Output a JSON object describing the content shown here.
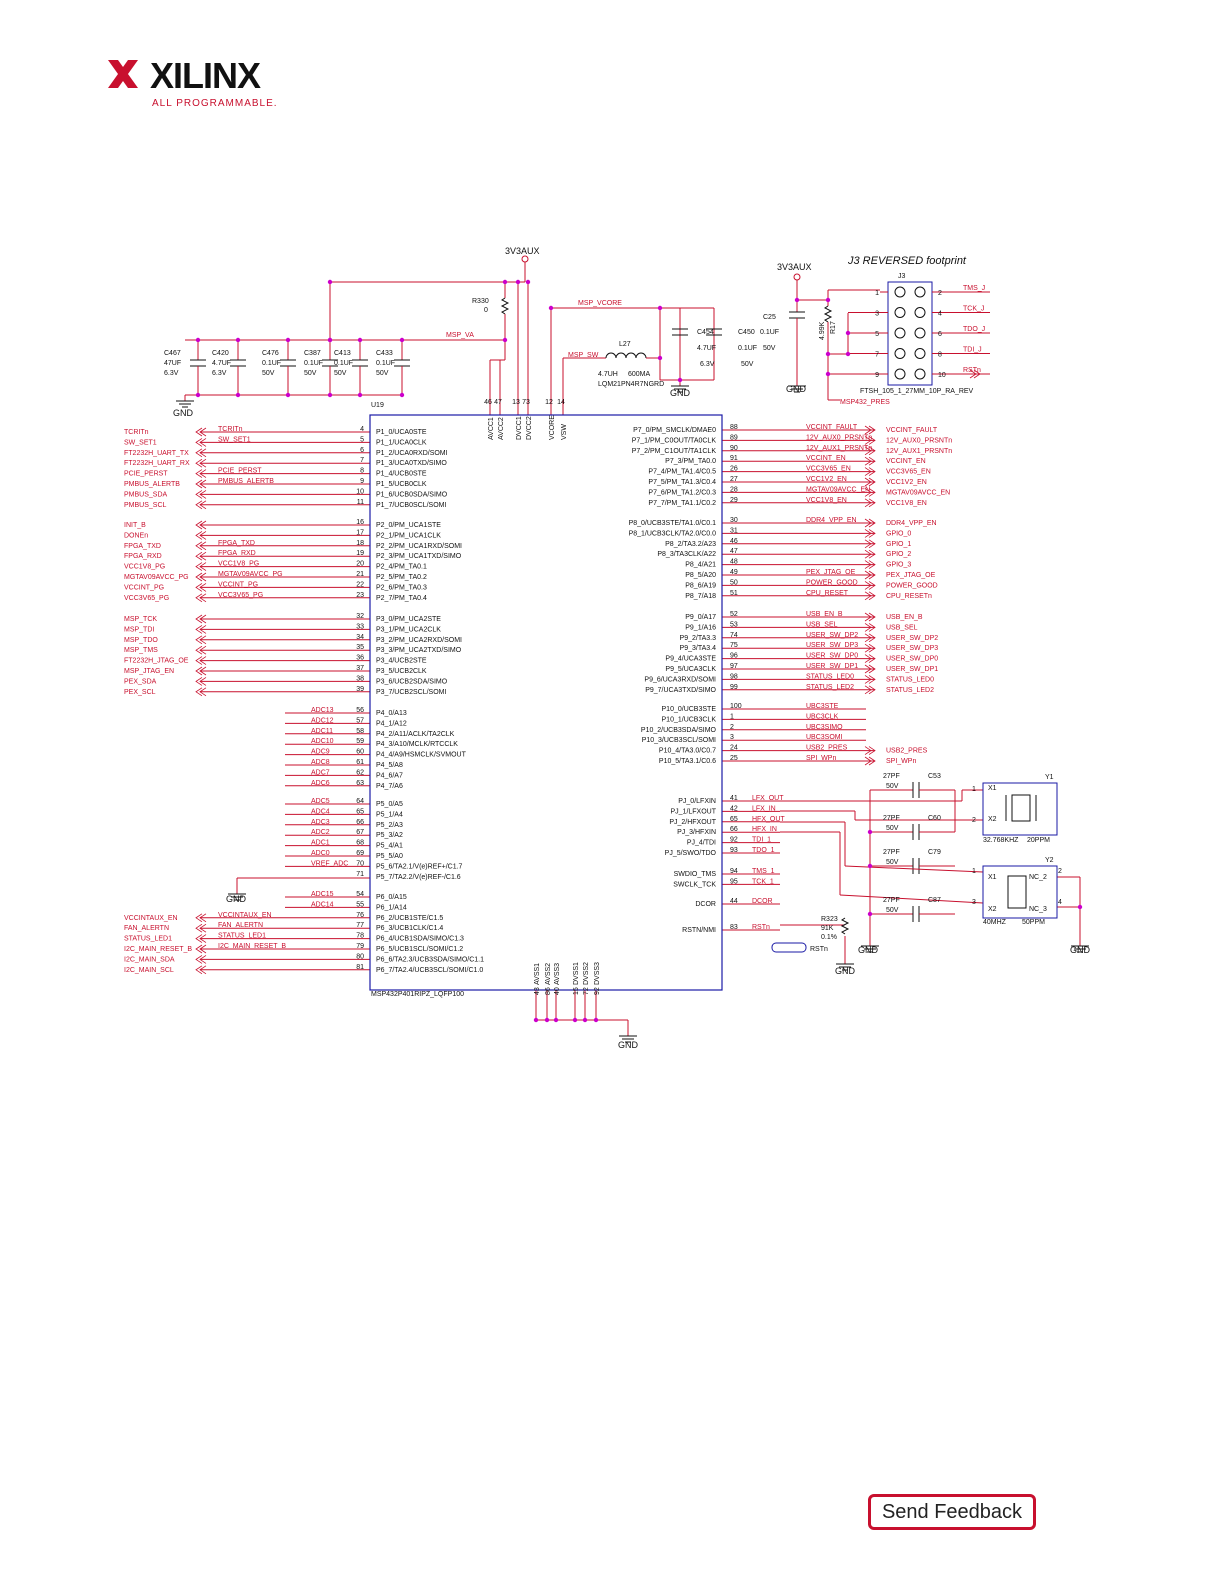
{
  "brand": {
    "name": "XILINX",
    "tagline": "ALL PROGRAMMABLE.",
    "logo_color": "#c8102e"
  },
  "feedback_button": {
    "label": "Send Feedback"
  },
  "colors": {
    "wire": "#c8102e",
    "net": "#c8102e",
    "junction": "#cc00cc",
    "body": "#1a1aa6",
    "text": "#111111"
  },
  "schematic": {
    "rail_label": "3V3AUX",
    "rail_label_2": "3V3AUX",
    "gnd": "GND",
    "footprint_title": "J3 REVERSED footprint",
    "ic_ref": "U19",
    "ic_part": "MSP432P401RIPZ_LQFP100",
    "resistor": {
      "ref": "R330",
      "value": "0"
    },
    "inductor": {
      "ref": "L27",
      "value": "4.7UH",
      "rating": "600MA",
      "part": "LQM21PN4R7NGRD"
    },
    "nets_top": {
      "vcore": "MSP_VCORE",
      "va": "MSP_VA",
      "sw": "MSP_SW"
    },
    "caps_left": [
      {
        "ref": "C467",
        "v1": "47UF",
        "v2": "6.3V"
      },
      {
        "ref": "C420",
        "v1": "4.7UF",
        "v2": "6.3V"
      },
      {
        "ref": "C476",
        "v1": "0.1UF",
        "v2": "50V"
      },
      {
        "ref": "C387",
        "v1": "0.1UF",
        "v2": "50V"
      },
      {
        "ref": "C413",
        "v1": "0.1UF",
        "v2": "50V"
      },
      {
        "ref": "C433",
        "v1": "0.1UF",
        "v2": "50V"
      }
    ],
    "caps_right": [
      {
        "ref": "C454",
        "v1": "4.7UF",
        "v2": "6.3V"
      },
      {
        "ref": "C450",
        "v1": "0.1UF",
        "v2": "50V"
      },
      {
        "ref": "C25",
        "v1": "0.1UF",
        "v2": "50V"
      }
    ],
    "top_pins": [
      {
        "num": "46",
        "name": "AVCC1"
      },
      {
        "num": "47",
        "name": "AVCC2"
      },
      {
        "num": "13",
        "name": "DVCC1"
      },
      {
        "num": "73",
        "name": "DVCC2"
      },
      {
        "num": "12",
        "name": "VCORE"
      },
      {
        "num": "14",
        "name": "VSW"
      }
    ],
    "bottom_pins": [
      {
        "num": "43",
        "name": "AVSS1"
      },
      {
        "num": "86",
        "name": "AVSS2"
      },
      {
        "num": "40",
        "name": "AVSS3"
      },
      {
        "num": "15",
        "name": "DVSS1"
      },
      {
        "num": "72",
        "name": "DVSS2"
      },
      {
        "num": "92",
        "name": "DVSS3"
      }
    ],
    "j3": {
      "ref": "J3",
      "part": "FTSH_105_1_27MM_10P_RA_REV",
      "pull_res": "4.99K",
      "pull_ref": "R17",
      "pins": [
        {
          "a": "1",
          "b": "2",
          "net": "TMS_J"
        },
        {
          "a": "3",
          "b": "4",
          "net": "TCK_J"
        },
        {
          "a": "5",
          "b": "6",
          "net": "TDO_J"
        },
        {
          "a": "7",
          "b": "8",
          "net": "TDI_J"
        },
        {
          "a": "9",
          "b": "10",
          "net": "RSTn"
        }
      ],
      "pres": "MSP432_PRES"
    },
    "left_groups": [
      {
        "offnets": [
          "TCRITn",
          "SW_SET1",
          "FT2232H_UART_TX",
          "FT2232H_UART_RX",
          "PCIE_PERST",
          "PMBUS_ALERTB",
          "PMBUS_SDA",
          "PMBUS_SCL"
        ],
        "nets": [
          "TCRITn",
          "SW_SET1",
          "",
          "",
          "PCIE_PERST",
          "PMBUS_ALERTB",
          "",
          ""
        ],
        "pins": [
          "4",
          "5",
          "6",
          "7",
          "8",
          "9",
          "10",
          "11"
        ],
        "names": [
          "P1_0/UCA0STE",
          "P1_1/UCA0CLK",
          "P1_2/UCA0RXD/SOMI",
          "P1_3/UCA0TXD/SIMO",
          "P1_4/UCB0STE",
          "P1_5/UCB0CLK",
          "P1_6/UCB0SDA/SIMO",
          "P1_7/UCB0SCL/SOMI"
        ]
      },
      {
        "offnets": [
          "INIT_B",
          "DONEn",
          "FPGA_TXD",
          "FPGA_RXD",
          "VCC1V8_PG",
          "MGTAV09AVCC_PG",
          "VCCINT_PG",
          "VCC3V65_PG"
        ],
        "nets": [
          "",
          "",
          "FPGA_TXD",
          "FPGA_RXD",
          "VCC1V8_PG",
          "MGTAV09AVCC_PG",
          "VCCINT_PG",
          "VCC3V65_PG"
        ],
        "pins": [
          "16",
          "17",
          "18",
          "19",
          "20",
          "21",
          "22",
          "23"
        ],
        "names": [
          "P2_0/PM_UCA1STE",
          "P2_1/PM_UCA1CLK",
          "P2_2/PM_UCA1RXD/SOMI",
          "P2_3/PM_UCA1TXD/SIMO",
          "P2_4/PM_TA0.1",
          "P2_5/PM_TA0.2",
          "P2_6/PM_TA0.3",
          "P2_7/PM_TA0.4"
        ]
      },
      {
        "offnets": [
          "MSP_TCK",
          "MSP_TDI",
          "MSP_TDO",
          "MSP_TMS",
          "FT2232H_JTAG_OE",
          "MSP_JTAG_EN",
          "PEX_SDA",
          "PEX_SCL"
        ],
        "nets": [
          "",
          "",
          "",
          "",
          "",
          "",
          "",
          ""
        ],
        "pins": [
          "32",
          "33",
          "34",
          "35",
          "36",
          "37",
          "38",
          "39"
        ],
        "names": [
          "P3_0/PM_UCA2STE",
          "P3_1/PM_UCA2CLK",
          "P3_2/PM_UCA2RXD/SOMI",
          "P3_3/PM_UCA2TXD/SIMO",
          "P3_4/UCB2STE",
          "P3_5/UCB2CLK",
          "P3_6/UCB2SDA/SIMO",
          "P3_7/UCB2SCL/SOMI"
        ]
      },
      {
        "offnets": [
          "",
          "",
          "",
          "",
          "",
          "",
          "",
          ""
        ],
        "nets": [
          "ADC13",
          "ADC12",
          "ADC11",
          "ADC10",
          "ADC9",
          "ADC8",
          "ADC7",
          "ADC6"
        ],
        "pins": [
          "56",
          "57",
          "58",
          "59",
          "60",
          "61",
          "62",
          "63"
        ],
        "names": [
          "P4_0/A13",
          "P4_1/A12",
          "P4_2/A11/ACLK/TA2CLK",
          "P4_3/A10/MCLK/RTCCLK",
          "P4_4/A9/HSMCLK/SVMOUT",
          "P4_5/A8",
          "P4_6/A7",
          "P4_7/A6"
        ]
      },
      {
        "offnets": [
          "",
          "",
          "",
          "",
          "",
          "",
          "",
          ""
        ],
        "nets": [
          "ADC5",
          "ADC4",
          "ADC3",
          "ADC2",
          "ADC1",
          "ADC0",
          "VREF_ADC",
          ""
        ],
        "pins": [
          "64",
          "65",
          "66",
          "67",
          "68",
          "69",
          "70",
          "71"
        ],
        "names": [
          "P5_0/A5",
          "P5_1/A4",
          "P5_2/A3",
          "P5_3/A2",
          "P5_4/A1",
          "P5_5/A0",
          "P5_6/TA2.1/V(e)REF+/C1.7",
          "P5_7/TA2.2/V(e)REF-/C1.6"
        ]
      },
      {
        "offnets": [
          "",
          "",
          "VCCINTAUX_EN",
          "FAN_ALERTN",
          "STATUS_LED1",
          "I2C_MAIN_RESET_B",
          "I2C_MAIN_SDA",
          "I2C_MAIN_SCL"
        ],
        "nets": [
          "ADC15",
          "ADC14",
          "VCCINTAUX_EN",
          "FAN_ALERTN",
          "STATUS_LED1",
          "I2C_MAIN_RESET_B",
          "",
          ""
        ],
        "pins": [
          "54",
          "55",
          "76",
          "77",
          "78",
          "79",
          "80",
          "81"
        ],
        "names": [
          "P6_0/A15",
          "P6_1/A14",
          "P6_2/UCB1STE/C1.5",
          "P6_3/UCB1CLK/C1.4",
          "P6_4/UCB1SDA/SIMO/C1.3",
          "P6_5/UCB1SCL/SOMI/C1.2",
          "P6_6/TA2.3/UCB3SDA/SIMO/C1.1",
          "P6_7/TA2.4/UCB3SCL/SOMI/C1.0"
        ]
      }
    ],
    "right_groups": [
      {
        "names": [
          "P7_0/PM_SMCLK/DMAE0",
          "P7_1/PM_C0OUT/TA0CLK",
          "P7_2/PM_C1OUT/TA1CLK",
          "P7_3/PM_TA0.0",
          "P7_4/PM_TA1.4/C0.5",
          "P7_5/PM_TA1.3/C0.4",
          "P7_6/PM_TA1.2/C0.3",
          "P7_7/PM_TA1.1/C0.2"
        ],
        "pins": [
          "88",
          "89",
          "90",
          "91",
          "26",
          "27",
          "28",
          "29"
        ],
        "nets": [
          "VCCINT_FAULT",
          "12V_AUX0_PRSNTn",
          "12V_AUX1_PRSNTn",
          "VCCINT_EN",
          "VCC3V65_EN",
          "VCC1V2_EN",
          "MGTAV09AVCC_EN",
          "VCC1V8_EN"
        ],
        "offnets": [
          "VCCINT_FAULT",
          "12V_AUX0_PRSNTn",
          "12V_AUX1_PRSNTn",
          "VCCINT_EN",
          "VCC3V65_EN",
          "VCC1V2_EN",
          "MGTAV09AVCC_EN",
          "VCC1V8_EN"
        ]
      },
      {
        "names": [
          "P8_0/UCB3STE/TA1.0/C0.1",
          "P8_1/UCB3CLK/TA2.0/C0.0",
          "P8_2/TA3.2/A23",
          "P8_3/TA3CLK/A22",
          "P8_4/A21",
          "P8_5/A20",
          "P8_6/A19",
          "P8_7/A18"
        ],
        "pins": [
          "30",
          "31",
          "46",
          "47",
          "48",
          "49",
          "50",
          "51"
        ],
        "nets": [
          "DDR4_VPP_EN",
          "",
          "",
          "",
          "",
          "PEX_JTAG_OE",
          "POWER_GOOD",
          "CPU_RESET"
        ],
        "offnets": [
          "DDR4_VPP_EN",
          "GPIO_0",
          "GPIO_1",
          "GPIO_2",
          "GPIO_3",
          "PEX_JTAG_OE",
          "POWER_GOOD",
          "CPU_RESETn"
        ]
      },
      {
        "names": [
          "P9_0/A17",
          "P9_1/A16",
          "P9_2/TA3.3",
          "P9_3/TA3.4",
          "P9_4/UCA3STE",
          "P9_5/UCA3CLK",
          "P9_6/UCA3RXD/SOMI",
          "P9_7/UCA3TXD/SIMO"
        ],
        "pins": [
          "52",
          "53",
          "74",
          "75",
          "96",
          "97",
          "98",
          "99"
        ],
        "nets": [
          "USB_EN_B",
          "USB_SEL",
          "USER_SW_DP2",
          "USER_SW_DP3",
          "USER_SW_DP0",
          "USER_SW_DP1",
          "STATUS_LED0",
          "STATUS_LED2"
        ],
        "offnets": [
          "USB_EN_B",
          "USB_SEL",
          "USER_SW_DP2",
          "USER_SW_DP3",
          "USER_SW_DP0",
          "USER_SW_DP1",
          "STATUS_LED0",
          "STATUS_LED2"
        ]
      },
      {
        "names": [
          "P10_0/UCB3STE",
          "P10_1/UCB3CLK",
          "P10_2/UCB3SDA/SIMO",
          "P10_3/UCB3SCL/SOMI",
          "P10_4/TA3.0/C0.7",
          "P10_5/TA3.1/C0.6"
        ],
        "pins": [
          "100",
          "1",
          "2",
          "3",
          "24",
          "25"
        ],
        "nets": [
          "UBC3STE",
          "UBC3CLK",
          "UBC3SIMO",
          "UBC3SOMI",
          "USB2_PRES",
          "SPI_WPn"
        ],
        "offnets": [
          "",
          "",
          "",
          "",
          "USB2_PRES",
          "SPI_WPn"
        ]
      },
      {
        "names": [
          "PJ_0/LFXIN",
          "PJ_1/LFXOUT",
          "PJ_2/HFXOUT",
          "PJ_3/HFXIN",
          "PJ_4/TDI",
          "PJ_5/SWO/TDO"
        ],
        "pins": [
          "41",
          "42",
          "65",
          "66",
          "92",
          "93"
        ],
        "nets": [
          "LFX_OUT",
          "LFX_IN",
          "HFX_OUT",
          "HFX_IN",
          "TDI_1",
          "TDO_1"
        ],
        "offnets": [
          "",
          "",
          "",
          "",
          "",
          ""
        ]
      },
      {
        "names": [
          "SWDIO_TMS",
          "SWCLK_TCK"
        ],
        "pins": [
          "94",
          "95"
        ],
        "nets": [
          "TMS_1",
          "TCK_1"
        ],
        "offnets": [
          "",
          ""
        ]
      },
      {
        "names": [
          "DCOR",
          "RSTN/NMI"
        ],
        "pins": [
          "44",
          "83"
        ],
        "nets": [
          "DCOR",
          "RSTn"
        ],
        "offnets": [
          "",
          ""
        ]
      }
    ],
    "crystals": [
      {
        "ref": "Y1",
        "freq": "32.768KHZ",
        "ppm": "20PPM",
        "p1": "X1",
        "p2": "X2",
        "pin_a": "1",
        "pin_b": "2"
      },
      {
        "ref": "Y2",
        "freq": "40MHZ",
        "ppm": "50PPM",
        "p1": "X1",
        "p2": "X2",
        "nc1": "NC_2",
        "nc2": "NC_3",
        "pin_a": "1",
        "pin_b": "2",
        "pin_c": "3",
        "pin_d": "4"
      }
    ],
    "xtal_caps": [
      {
        "ref": "C53",
        "v1": "27PF",
        "v2": "50V"
      },
      {
        "ref": "C60",
        "v1": "27PF",
        "v2": "50V"
      },
      {
        "ref": "C79",
        "v1": "27PF",
        "v2": "50V"
      },
      {
        "ref": "C87",
        "v1": "27PF",
        "v2": "50V"
      }
    ],
    "reset_res": {
      "ref": "R323",
      "v1": "91K",
      "v2": "0.1%",
      "label": "RSTn"
    }
  }
}
